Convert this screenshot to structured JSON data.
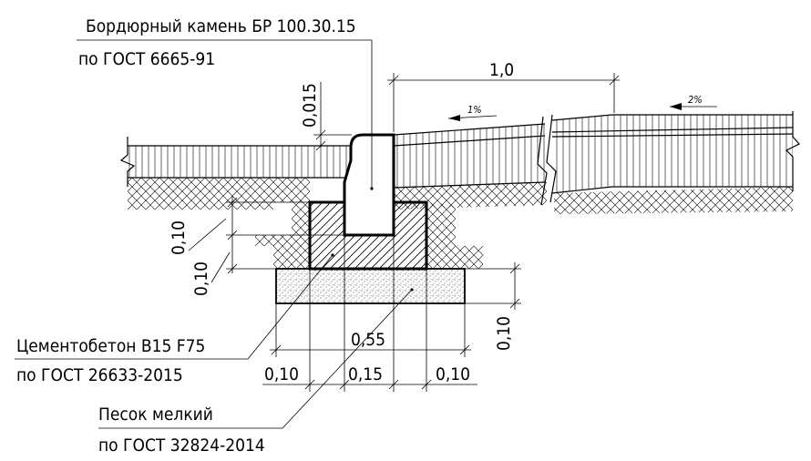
{
  "callouts": {
    "curb_line1": "Бордюрный камень БР 100.30.15",
    "curb_line2": "по ГОСТ 6665-91",
    "concrete_line1": "Цементобетон В15 F75",
    "concrete_line2": "по ГОСТ 26633-2015",
    "sand_line1": "Песок мелкий",
    "sand_line2": "по ГОСТ 32824-2014"
  },
  "dimensions": {
    "top_width": "1,0",
    "step": "0,015",
    "layer1": "0,10",
    "layer2": "0,10",
    "sand_thickness": "0,10",
    "total_width": "0,55",
    "left_offset": "0,10",
    "curb_width": "0,15",
    "right_offset": "0,10"
  },
  "slopes": {
    "slope1": "1%",
    "slope2": "2%"
  }
}
